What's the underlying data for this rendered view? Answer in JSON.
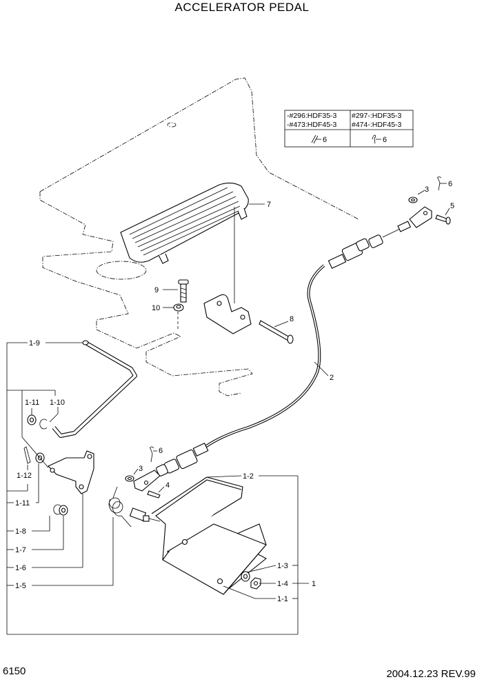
{
  "title": "ACCELERATOR PEDAL",
  "page_number": "6150",
  "revision": "2004.12.23 REV.99",
  "serial_table": {
    "cells": [
      "-#296:HDF35-3",
      "#297-:HDF35-3",
      "-#473:HDF45-3",
      "#474-:HDF45-3"
    ],
    "pin_left": "6",
    "pin_right": "6"
  },
  "callouts": {
    "c7": "7",
    "c9": "9",
    "c10": "10",
    "c8": "8",
    "c2": "2",
    "c3_top": "3",
    "c6_top": "6",
    "c5": "5",
    "c6_mid": "6",
    "c3_mid": "3",
    "c4": "4",
    "c1_2": "1-2",
    "c1_3": "1-3",
    "c1_4": "1-4",
    "c1": "1",
    "c1_1": "1-1",
    "c1_9": "1-9",
    "c1_11a": "1-11",
    "c1_10": "1-10",
    "c1_12": "1-12",
    "c1_11b": "1-11",
    "c1_8": "1-8",
    "c1_7": "1-7",
    "c1_6": "1-6",
    "c1_5": "1-5"
  }
}
